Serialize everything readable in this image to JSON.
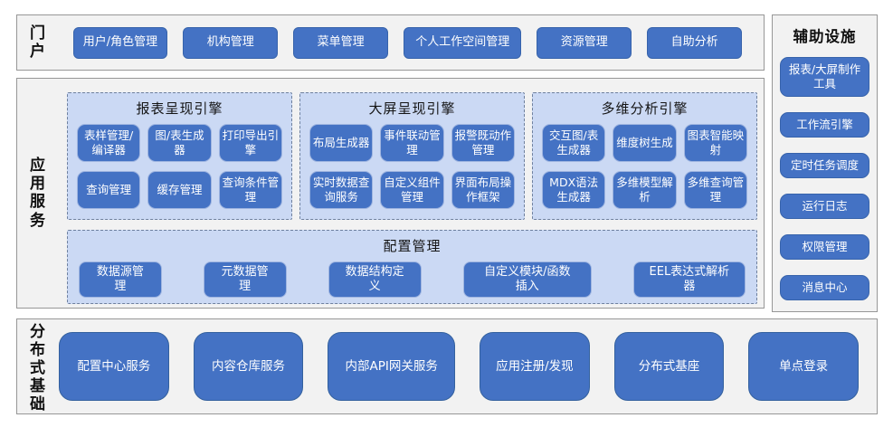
{
  "colors": {
    "button_fill": "#4472c4",
    "button_border_light": "#9fb5e0",
    "group_box_fill": "#cbd9f4",
    "group_box_dashed_border": "#6e809e",
    "section_fill": "#f2f2f2",
    "section_border": "#979797",
    "button_text": "#ffffff",
    "label_text": "#111111"
  },
  "portal": {
    "label": "门户",
    "items": [
      "用户/角色管理",
      "机构管理",
      "菜单管理",
      "个人工作空间管理",
      "资源管理",
      "自助分析"
    ]
  },
  "app_services": {
    "label": "应用服务",
    "engines": [
      {
        "title": "报表呈现引擎",
        "rows": [
          [
            "表样管理/编译器",
            "图/表生成器",
            "打印导出引擎"
          ],
          [
            "查询管理",
            "缓存管理",
            "查询条件管理"
          ]
        ]
      },
      {
        "title": "大屏呈现引擎",
        "rows": [
          [
            "布局生成器",
            "事件联动管理",
            "报警既动作管理"
          ],
          [
            "实时数据查询服务",
            "自定义组件管理",
            "界面布局操作框架"
          ]
        ]
      },
      {
        "title": "多维分析引擎",
        "rows": [
          [
            "交互图/表生成器",
            "维度树生成",
            "图表智能映射"
          ],
          [
            "MDX语法生成器",
            "多维模型解析",
            "多维查询管理"
          ]
        ]
      }
    ],
    "config": {
      "title": "配置管理",
      "items": [
        "数据源管理",
        "元数据管理",
        "数据结构定义",
        "自定义模块/函数插入",
        "EEL表达式解析器"
      ]
    }
  },
  "foundation": {
    "label": "分布式基础",
    "items": [
      "配置中心服务",
      "内容仓库服务",
      "内部API网关服务",
      "应用注册/发现",
      "分布式基座",
      "单点登录"
    ]
  },
  "auxiliary": {
    "title": "辅助设施",
    "items": [
      "报表/大屏制作工具",
      "工作流引擎",
      "定时任务调度",
      "运行日志",
      "权限管理",
      "消息中心"
    ]
  }
}
